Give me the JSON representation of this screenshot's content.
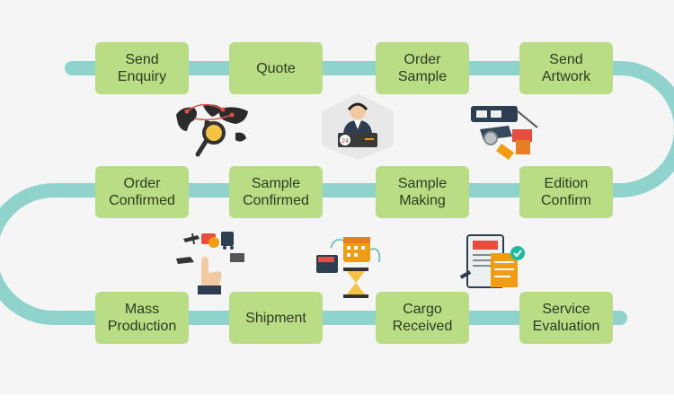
{
  "colors": {
    "path": "#8fd3cc",
    "box": "#b9dd85",
    "text": "#2e3b20",
    "background": "#f5f5f5"
  },
  "steps": [
    {
      "label": "Send\nEnquiry"
    },
    {
      "label": "Quote"
    },
    {
      "label": "Order\nSample"
    },
    {
      "label": "Send\nArtwork"
    },
    {
      "label": "Order\nConfirmed"
    },
    {
      "label": "Sample\nConfirmed"
    },
    {
      "label": "Sample\nMaking"
    },
    {
      "label": "Edition\nConfirm"
    },
    {
      "label": "Mass\nProduction"
    },
    {
      "label": "Shipment"
    },
    {
      "label": "Cargo\nReceived"
    },
    {
      "label": "Service\nEvaluation"
    }
  ],
  "illustrations": {
    "world": {
      "icon": "world-map-magnifier-icon"
    },
    "agent": {
      "icon": "customer-service-agent-icon",
      "badge": "24"
    },
    "design": {
      "icon": "design-tools-icon"
    },
    "transport": {
      "icon": "transport-hand-icon"
    },
    "payment": {
      "icon": "wallet-calendar-hourglass-icon"
    },
    "report": {
      "icon": "evaluation-report-icon"
    }
  }
}
